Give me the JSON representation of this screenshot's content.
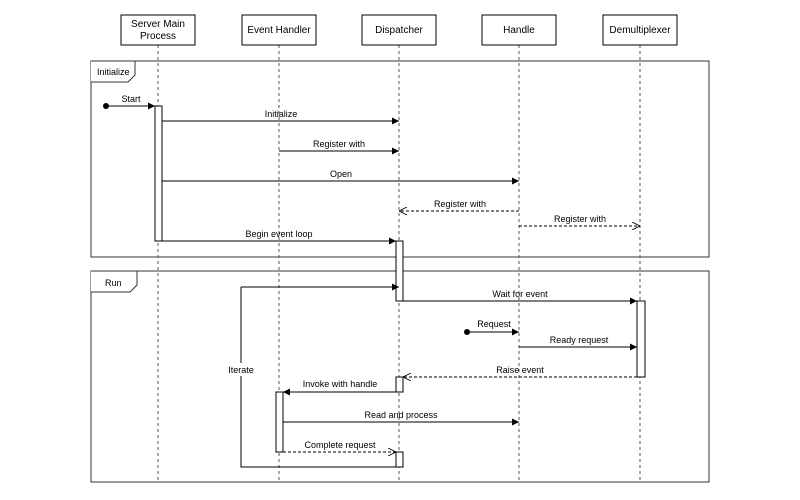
{
  "participants": [
    {
      "id": "server",
      "lines": [
        "Server Main",
        "Process"
      ]
    },
    {
      "id": "handler",
      "lines": [
        "Event Handler"
      ]
    },
    {
      "id": "dispatcher",
      "lines": [
        "Dispatcher"
      ]
    },
    {
      "id": "handle",
      "lines": [
        "Handle"
      ]
    },
    {
      "id": "demux",
      "lines": [
        "Demultiplexer"
      ]
    }
  ],
  "frames": [
    {
      "id": "initialize",
      "label": "Initialize"
    },
    {
      "id": "run",
      "label": "Run"
    }
  ],
  "messages": [
    {
      "label": "Start",
      "from": "start-dot",
      "to": "server",
      "style": "solid"
    },
    {
      "label": "Initialize",
      "from": "server",
      "to": "dispatcher",
      "style": "solid"
    },
    {
      "label": "Register with",
      "from": "handler",
      "to": "dispatcher",
      "style": "solid"
    },
    {
      "label": "Open",
      "from": "server",
      "to": "handle",
      "style": "solid"
    },
    {
      "label": "Register with",
      "from": "handle",
      "to": "dispatcher",
      "style": "dashed"
    },
    {
      "label": "Register with",
      "from": "handle",
      "to": "demux",
      "style": "dashed"
    },
    {
      "label": "Begin event loop",
      "from": "server",
      "to": "dispatcher",
      "style": "solid"
    },
    {
      "label": "",
      "from": "iterate-loop",
      "to": "dispatcher",
      "style": "solid"
    },
    {
      "label": "Wait for event",
      "from": "dispatcher",
      "to": "demux",
      "style": "solid"
    },
    {
      "label": "Request",
      "from": "request-dot",
      "to": "handle",
      "style": "solid"
    },
    {
      "label": "Ready request",
      "from": "handle",
      "to": "demux",
      "style": "solid"
    },
    {
      "label": "Raise event",
      "from": "demux",
      "to": "dispatcher",
      "style": "dashed"
    },
    {
      "label": "Invoke with handle",
      "from": "dispatcher",
      "to": "handler",
      "style": "solid"
    },
    {
      "label": "Read and process",
      "from": "handler",
      "to": "handle",
      "style": "solid"
    },
    {
      "label": "Complete request",
      "from": "handler",
      "to": "dispatcher",
      "style": "dashed"
    }
  ],
  "loop_label": "Iterate"
}
